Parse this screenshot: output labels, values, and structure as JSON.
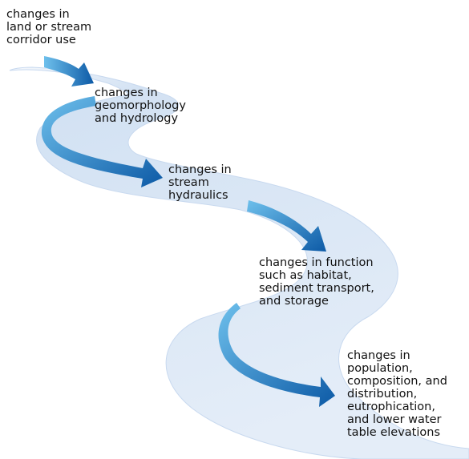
{
  "diagram": {
    "colors": {
      "river": "#dde8f5",
      "river_edge": "#c8d9ef",
      "arrow_dark": "#0f5ea8",
      "arrow_light": "#5fb8e8",
      "text": "#111111"
    },
    "stages": [
      {
        "text": "changes in\nland or stream\ncorridor use"
      },
      {
        "text": "changes in\ngeomorphology\nand hydrology"
      },
      {
        "text": "changes in\nstream\nhydraulics"
      },
      {
        "text": "changes in function\nsuch as habitat,\nsediment transport,\nand storage"
      },
      {
        "text": "changes in\npopulation,\ncomposition, and\ndistribution,\neutrophication,\nand lower water\ntable elevations"
      }
    ]
  }
}
